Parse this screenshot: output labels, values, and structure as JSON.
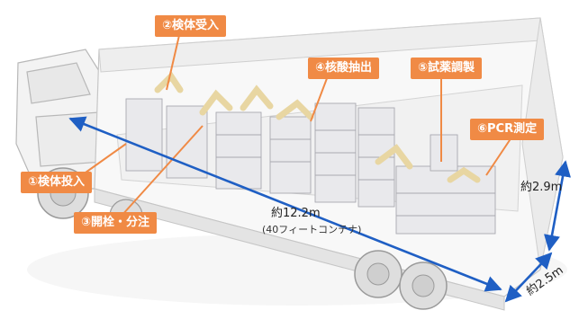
{
  "labels": {
    "step1": "①検体投入",
    "step2": "②検体受入",
    "step3": "③開栓・分注",
    "step4": "④核酸抽出",
    "step5": "⑤試薬調製",
    "step6": "⑥PCR測定"
  },
  "dimensions": {
    "length": "約12.2m",
    "length_note": "(40フィートコンテナ)",
    "height": "約2.9m",
    "width": "約2.5m"
  },
  "colors": {
    "label_bg": "#f08a45",
    "label_text": "#ffffff",
    "dimension_arrow": "#1f5fc4",
    "leader_line": "#f08a45"
  }
}
